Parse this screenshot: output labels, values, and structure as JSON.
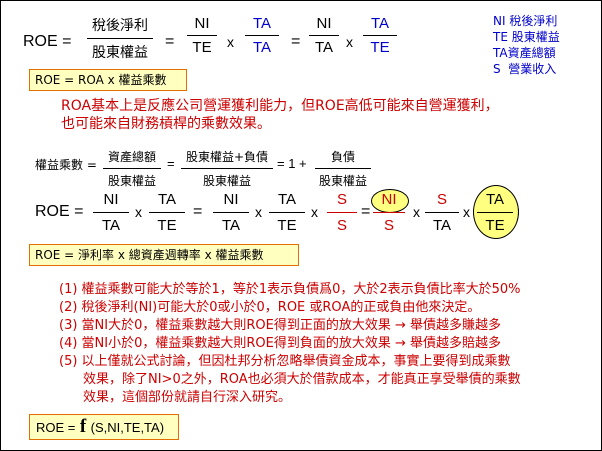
{
  "eq1": {
    "lhs": "ROE =",
    "f1": {
      "num": "稅後淨利",
      "den": "股東權益"
    },
    "eq_a": "=",
    "f2": {
      "num": "NI",
      "den": "TE"
    },
    "times_a": "x",
    "f3": {
      "num": "TA",
      "den": "TA"
    },
    "eq_b": "=",
    "f4": {
      "num": "NI",
      "den": "TA"
    },
    "times_b": "x",
    "f5": {
      "num": "TA",
      "den": "TE"
    }
  },
  "legend": [
    "NI 稅後淨利",
    "TE 股東權益",
    "TA資產總額",
    "S  營業收入"
  ],
  "box1": "ROE = ROA x 權益乘數",
  "note1": [
    "ROA基本上是反應公司營運獲利能力，但ROE高低可能來自營運獲利，",
    "也可能來自財務槓桿的乘數效果。"
  ],
  "eq2": {
    "lhs": "權益乘數 =",
    "f1": {
      "num": "資產總額",
      "den": "股東權益"
    },
    "eq_a": "=",
    "f2": {
      "num": "股東權益+負債",
      "den": "股東權益"
    },
    "eq_b": "= 1 +",
    "f3": {
      "num": "負債",
      "den": "股東權益"
    }
  },
  "eq3": {
    "lhs": "ROE =",
    "f1": {
      "num": "NI",
      "den": "TA"
    },
    "times_a": "x",
    "f2": {
      "num": "TA",
      "den": "TE"
    },
    "eq_a": "=",
    "f3": {
      "num": "NI",
      "den": "TA"
    },
    "times_b": "x",
    "f4": {
      "num": "TA",
      "den": "TE"
    },
    "times_c": "x",
    "f5": {
      "num": "S",
      "den": "S"
    },
    "eq_b": "=",
    "f6": {
      "num": "NI",
      "den": "S"
    },
    "times_d": "x",
    "f7": {
      "num": "S",
      "den": "TA"
    },
    "times_e": "x",
    "f8": {
      "num": "TA",
      "den": "TE"
    }
  },
  "box2": "ROE = 淨利率 x 總資產週轉率 x 權益乘數",
  "points": [
    "(1) 權益乘數可能大於等於1，等於1表示負債爲0，大於2表示負債比率大於50%",
    "(2) 稅後淨利(NI)可能大於0或小於0，ROE 或ROA的正或負由他來決定。",
    "(3) 當NI大於0，權益乘數越大則ROE得到正面的放大效果 → 舉債越多賺越多",
    "(4) 當NI小於0，權益乘數越大則ROE得到負面的放大效果 → 舉債越多賠越多",
    "(5) 以上僅就公式討論，但因杜邦分析忽略舉債資金成本，事實上要得到成乘數",
    "效果，除了NI>0之外，ROA也必須大於借款成本，才能真正享受舉債的乘數",
    "效果，這個部份就請自行深入研究。"
  ],
  "box3": {
    "lhs": "ROE =",
    "f": "f",
    "args": "(S,NI,TE,TA)"
  },
  "colors": {
    "accent_red": "#cc0000",
    "accent_blue": "#0000cc",
    "box_fill": "#ffffc0",
    "box_border": "#e07000",
    "ellipse_fill": "#ffff80"
  }
}
